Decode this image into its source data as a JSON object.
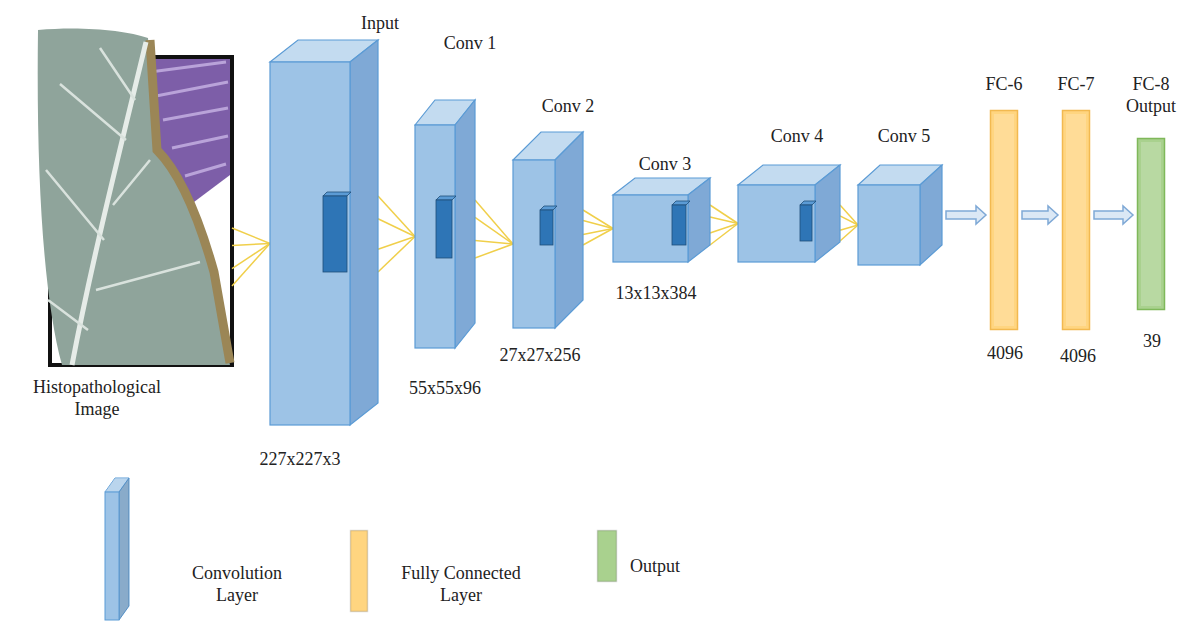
{
  "diagram": {
    "nodes": [
      {
        "text": [
          "Histopathological Image"
        ]
      },
      {
        "text": [
          "Input",
          "227x227x3"
        ]
      },
      {
        "text": [
          "Conv 1",
          "55x55x96"
        ]
      },
      {
        "text": [
          "Conv 2",
          "27x27x256"
        ]
      },
      {
        "text": [
          "Conv 3",
          "13x13x384"
        ]
      },
      {
        "text": [
          "Conv 4"
        ]
      },
      {
        "text": [
          "Conv 5"
        ]
      },
      {
        "text": [
          "FC-6",
          "4096"
        ]
      },
      {
        "text": [
          "FC-7",
          "4096"
        ]
      },
      {
        "text": [
          "FC-8 Output",
          "39"
        ]
      }
    ],
    "edges": [
      {
        "from": 0,
        "to": 1,
        "arrow": "none"
      },
      {
        "from": 1,
        "to": 2,
        "arrow": "none"
      },
      {
        "from": 2,
        "to": 3,
        "arrow": "none"
      },
      {
        "from": 3,
        "to": 4,
        "arrow": "none"
      },
      {
        "from": 4,
        "to": 5,
        "arrow": "none"
      },
      {
        "from": 5,
        "to": 6,
        "arrow": "none"
      },
      {
        "from": 6,
        "to": 7,
        "arrow": "to"
      },
      {
        "from": 7,
        "to": 8,
        "arrow": "to"
      },
      {
        "from": 8,
        "to": 9,
        "arrow": "to"
      }
    ],
    "legend": [
      {
        "text": "Convolution Layer",
        "color": "#9dc3e6"
      },
      {
        "text": "Fully Connected Layer",
        "color": "#ffd580"
      },
      {
        "text": "Output",
        "color": "#a9d18e"
      }
    ]
  }
}
